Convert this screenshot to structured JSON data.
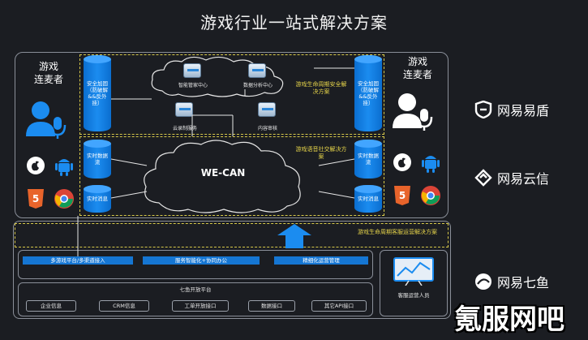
{
  "title": "游戏行业一站式解决方案",
  "left_user": {
    "label_line1": "游戏",
    "label_line2": "连麦者"
  },
  "right_user": {
    "label_line1": "游戏",
    "label_line2": "连麦者"
  },
  "cylinders": {
    "left_security": "安全加固（防破解&&反外挂）",
    "right_security": "安全加固（防破解&&反外挂）",
    "left_live_data": "实时数据流",
    "left_live_msg": "实时消息",
    "right_live_data": "实时数据流",
    "right_live_msg": "实时消息"
  },
  "cloud_nodes": {
    "smart_mgmt": "智能管家中心",
    "data_analysis": "数据分析中心",
    "cloud_record": "云录制服务",
    "content_audit": "内容审核"
  },
  "annotations": {
    "lifecycle_security": "游戏生命周期安全解决方案",
    "voice_social": "游戏语音社交解决方案",
    "lifecycle_service": "游戏生命周期客服运营解决方案"
  },
  "wecan": "WE-CAN",
  "bars": {
    "multi_platform": "多游戏平台/多渠道接入",
    "smart_service": "服务智能化+协同办公",
    "fine_ops": "精细化运营管理"
  },
  "platform": {
    "title": "七鱼开放平台",
    "items": [
      "企业信息",
      "CRM信息",
      "工单开放接口",
      "数据接口",
      "其它API接口"
    ]
  },
  "service_staff": "客服运营人员",
  "brands": {
    "yidun": "网易易盾",
    "yunxin": "网易云信",
    "qiyu": "网易七鱼"
  },
  "watermark": "氪服网吧",
  "colors": {
    "background": "#1b1d22",
    "blue": "#1576d3",
    "yellow": "#d8c94a"
  },
  "icons": [
    "user-headset-icon",
    "apple-icon",
    "android-icon",
    "html5-icon",
    "chrome-icon",
    "server-icon",
    "cloud-icon",
    "dashboard-icon",
    "arrow-up-icon"
  ]
}
